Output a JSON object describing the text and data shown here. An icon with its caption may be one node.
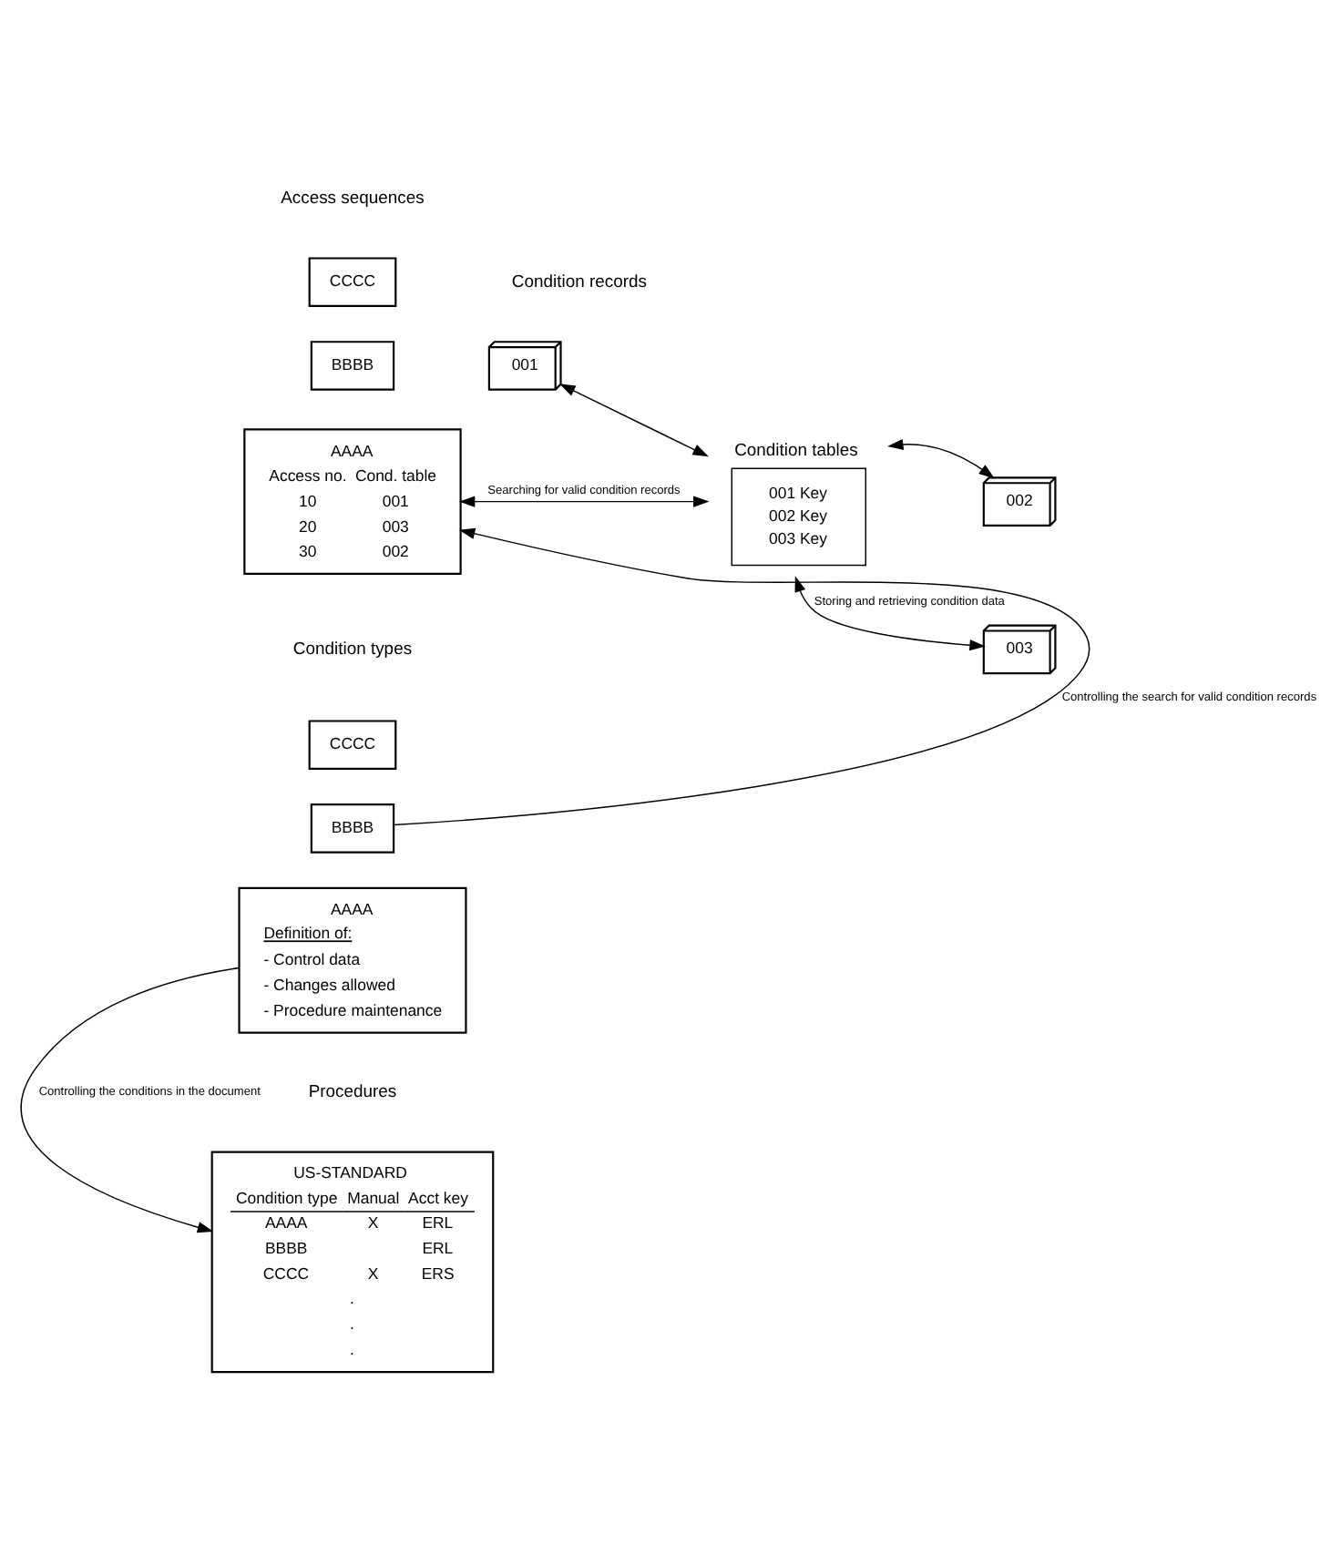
{
  "diagram": {
    "nodes": [
      {
        "text": [
          "CCCC"
        ],
        "beside": [
          "Access sequences"
        ]
      },
      {
        "text": [
          "BBBB"
        ]
      },
      {
        "text": [
          "AAAA",
          "Access no.",
          "Cond. table",
          "10",
          "001",
          "20",
          "003",
          "30",
          "002"
        ]
      },
      {
        "text": [
          "001 Key",
          "002 Key",
          "003 Key"
        ],
        "beside": [
          "Condition tables"
        ]
      },
      {
        "text": [
          "001"
        ]
      },
      {
        "text": [
          "002"
        ]
      },
      {
        "text": [
          "003"
        ]
      },
      {
        "text": [
          "CCCC"
        ],
        "beside": [
          "Condition types"
        ]
      },
      {
        "text": [
          "BBBB"
        ]
      },
      {
        "text": [
          "AAAA",
          "Definition of:",
          "- Control data",
          "- Changes allowed",
          "- Procedure maintenance"
        ]
      },
      {
        "text": [
          "US-STANDARD",
          "Condition type",
          "Manual",
          "Acct key",
          "AAAA",
          "X",
          "ERL",
          "BBBB",
          "ERL",
          "CCCC",
          "X",
          "ERS",
          ".",
          ".",
          "."
        ],
        "beside": [
          "Procedures"
        ]
      }
    ],
    "edges": [
      {
        "from": 2,
        "to": 3,
        "arrow": "both",
        "label": "Searching for valid condition records"
      },
      {
        "from": 3,
        "to": 4,
        "arrow": "both"
      },
      {
        "from": 3,
        "to": 5,
        "arrow": "both"
      },
      {
        "from": 3,
        "to": 6,
        "arrow": "both",
        "label": "Storing and retrieving condition data"
      },
      {
        "from": 8,
        "to": 2,
        "arrow": "to",
        "label": "Controlling the search for valid condition records"
      },
      {
        "from": 9,
        "to": 10,
        "arrow": "to",
        "label": "Controlling the conditions in the document"
      }
    ],
    "labels": [
      "Condition records"
    ]
  }
}
